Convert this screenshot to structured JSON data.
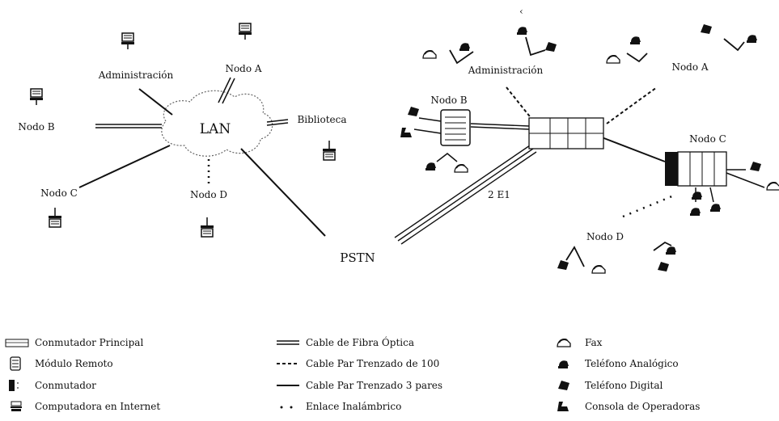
{
  "lan_diagram": {
    "cloud_label": "LAN",
    "pstn_label": "PSTN",
    "nodes": {
      "administracion": "Administración",
      "nodo_a": "Nodo A",
      "biblioteca": "Biblioteca",
      "nodo_b": "Nodo B",
      "nodo_c": "Nodo C",
      "nodo_d": "Nodo D"
    }
  },
  "pbx_diagram": {
    "administracion": "Administración",
    "nodo_a": "Nodo A",
    "nodo_b": "Nodo B",
    "nodo_c": "Nodo C",
    "nodo_d": "Nodo D",
    "trunk_label": "2 E1"
  },
  "legend": {
    "col1": [
      {
        "icon": "main-switch-icon",
        "label": "Conmutador Principal"
      },
      {
        "icon": "remote-module-icon",
        "label": "Módulo Remoto"
      },
      {
        "icon": "switch-icon",
        "label": "Conmutador"
      },
      {
        "icon": "internet-computer-icon",
        "label": "Computadora en Internet"
      }
    ],
    "col2": [
      {
        "icon": "fiber-optic-line-icon",
        "label": "Cable de Fibra Óptica"
      },
      {
        "icon": "twisted-pair-100-line-icon",
        "label": "Cable Par Trenzado de  100"
      },
      {
        "icon": "twisted-pair-3-line-icon",
        "label": "Cable Par Trenzado 3 pares"
      },
      {
        "icon": "wireless-link-icon",
        "label": "Enlace Inalámbrico"
      }
    ],
    "col3": [
      {
        "icon": "fax-icon",
        "label": "Fax"
      },
      {
        "icon": "analog-phone-icon",
        "label": "Teléfono Analógico"
      },
      {
        "icon": "digital-phone-icon",
        "label": "Teléfono Digital"
      },
      {
        "icon": "operator-console-icon",
        "label": "Consola de Operadoras"
      }
    ]
  }
}
